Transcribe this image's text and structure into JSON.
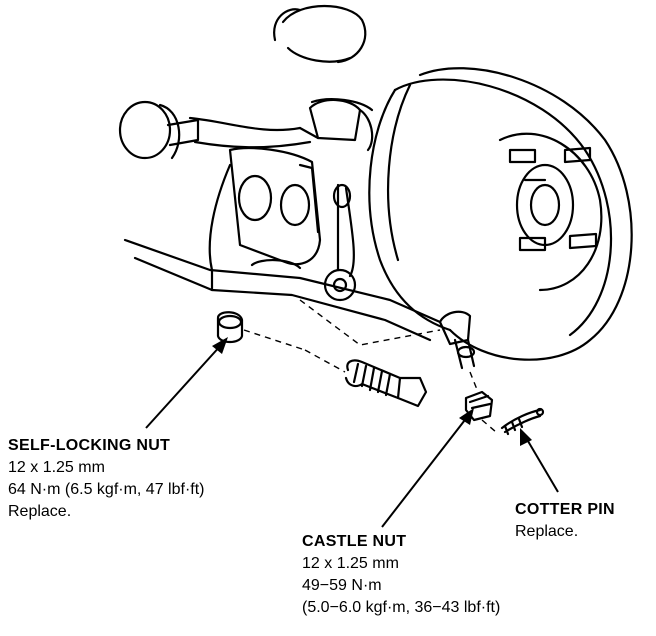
{
  "callouts": {
    "self_locking_nut": {
      "title": "SELF-LOCKING NUT",
      "size": "12 x 1.25 mm",
      "torque": "64 N·m (6.5 kgf·m, 47 lbf·ft)",
      "note": "Replace."
    },
    "castle_nut": {
      "title": "CASTLE NUT",
      "size": "12 x 1.25 mm",
      "torque": "49−59 N·m",
      "torque_alt": "(5.0−6.0 kgf·m, 36−43 lbf·ft)"
    },
    "cotter_pin": {
      "title": "COTTER PIN",
      "note": "Replace."
    }
  },
  "colors": {
    "ink": "#000000",
    "paper": "#ffffff"
  }
}
